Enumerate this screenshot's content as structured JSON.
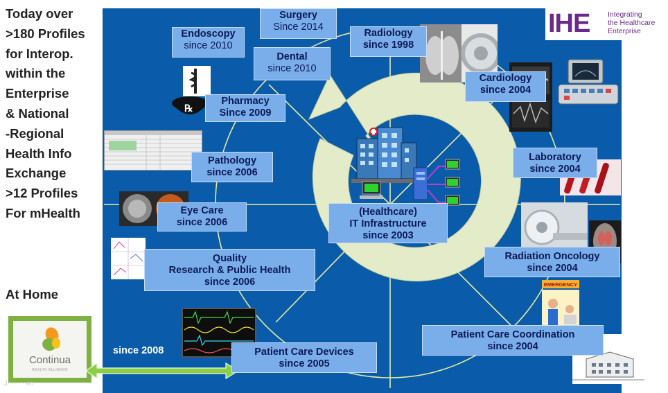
{
  "side_text": {
    "lines": [
      "Today over",
      ">180 Profiles",
      "for Interop.",
      "within the",
      "Enterprise",
      "& National",
      "-Regional",
      "Health Info",
      "Exchange",
      ">12 Profiles",
      "For mHealth"
    ],
    "at_home": "At Home"
  },
  "logo": {
    "mark": "IHE",
    "line1": "Integrating",
    "line2": "the Healthcare",
    "line3": "Enterprise",
    "color": "#6a2a8a"
  },
  "center": {
    "line1": "(Healthcare)",
    "line2": "IT Infrastructure",
    "line3": "since 2003"
  },
  "domains": {
    "surgery": {
      "name": "Surgery",
      "since": "Since 2014"
    },
    "endoscopy": {
      "name": "Endoscopy",
      "since": "since 2010"
    },
    "dental": {
      "name": "Dental",
      "since": "since 2010"
    },
    "radiology": {
      "name": "Radiology",
      "since": "since 1998"
    },
    "cardiology": {
      "name": "Cardiology",
      "since": "since 2004"
    },
    "pharmacy": {
      "name": "Pharmacy",
      "since": "Since 2009"
    },
    "laboratory": {
      "name": "Laboratory",
      "since": "since 2004"
    },
    "pathology": {
      "name": "Pathology",
      "since": "since 2006"
    },
    "eye_care": {
      "name": "Eye Care",
      "since": "since 2006"
    },
    "quality": {
      "name1": "Quality",
      "name2": "Research & Public Health",
      "since": "since 2006"
    },
    "radiation_oncology": {
      "name": "Radiation Oncology",
      "since": "since 2004"
    },
    "patient_care_coordination": {
      "name": "Patient Care Coordination",
      "since": "since 2004"
    },
    "patient_care_devices": {
      "name": "Patient Care Devices",
      "since": "since 2005"
    }
  },
  "since_2008": "since 2008",
  "continua": {
    "name": "Continua",
    "sub": "HEALTH ALLIANCE"
  },
  "emergency_sign": "EMERGENCY",
  "colors": {
    "background_panel": "#0a5cab",
    "label_fill": "#7aaeea",
    "label_text": "#0b1a55",
    "arrow_fill": "#e4ebc8",
    "connector": "#ecec9a",
    "continua_frame": "#7fb043",
    "double_arrow": "#8ccf46"
  }
}
